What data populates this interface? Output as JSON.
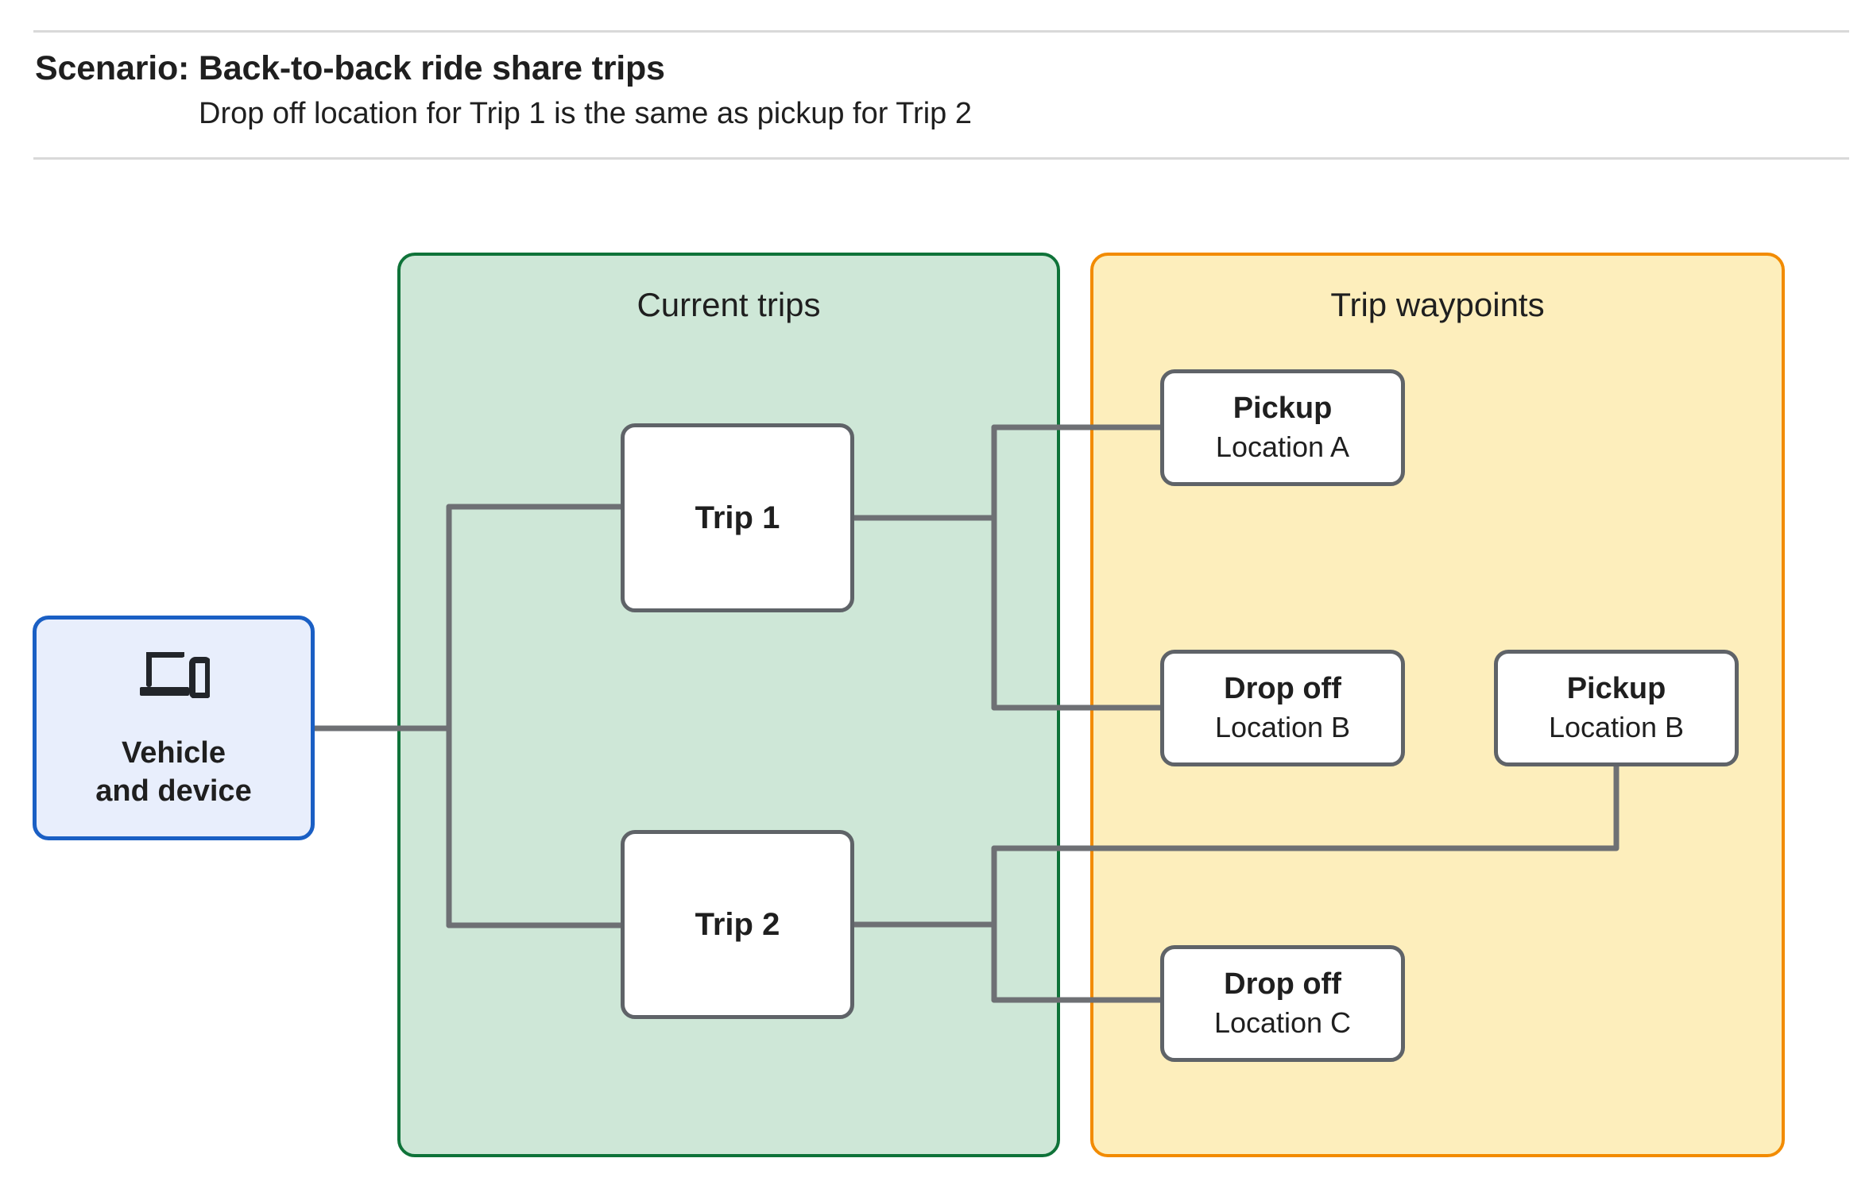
{
  "header": {
    "title": "Scenario: Back-to-back ride share trips",
    "subtitle": "Drop off  location for Trip 1 is the same as pickup for Trip 2"
  },
  "diagram": {
    "vehicle": {
      "icon": "laptop-and-phone-icon",
      "label": "Vehicle\nand device"
    },
    "groups": [
      {
        "id": "current-trips",
        "title": "Current trips",
        "fill": "#cee7d7",
        "stroke": "#0f7339"
      },
      {
        "id": "trip-waypoints",
        "title": "Trip waypoints",
        "fill": "#fdeebc",
        "stroke": "#f28b00"
      }
    ],
    "trips": [
      {
        "id": "trip-1",
        "label": "Trip 1"
      },
      {
        "id": "trip-2",
        "label": "Trip 2"
      }
    ],
    "waypoints": [
      {
        "id": "pickup-a",
        "type": "Pickup",
        "location": "Location A"
      },
      {
        "id": "dropoff-b",
        "type": "Drop off",
        "location": "Location B"
      },
      {
        "id": "pickup-b",
        "type": "Pickup",
        "location": "Location B"
      },
      {
        "id": "dropoff-c",
        "type": "Drop off",
        "location": "Location C"
      }
    ],
    "connector_color": "#6e7074",
    "rule_color": "#d9d9d9"
  }
}
